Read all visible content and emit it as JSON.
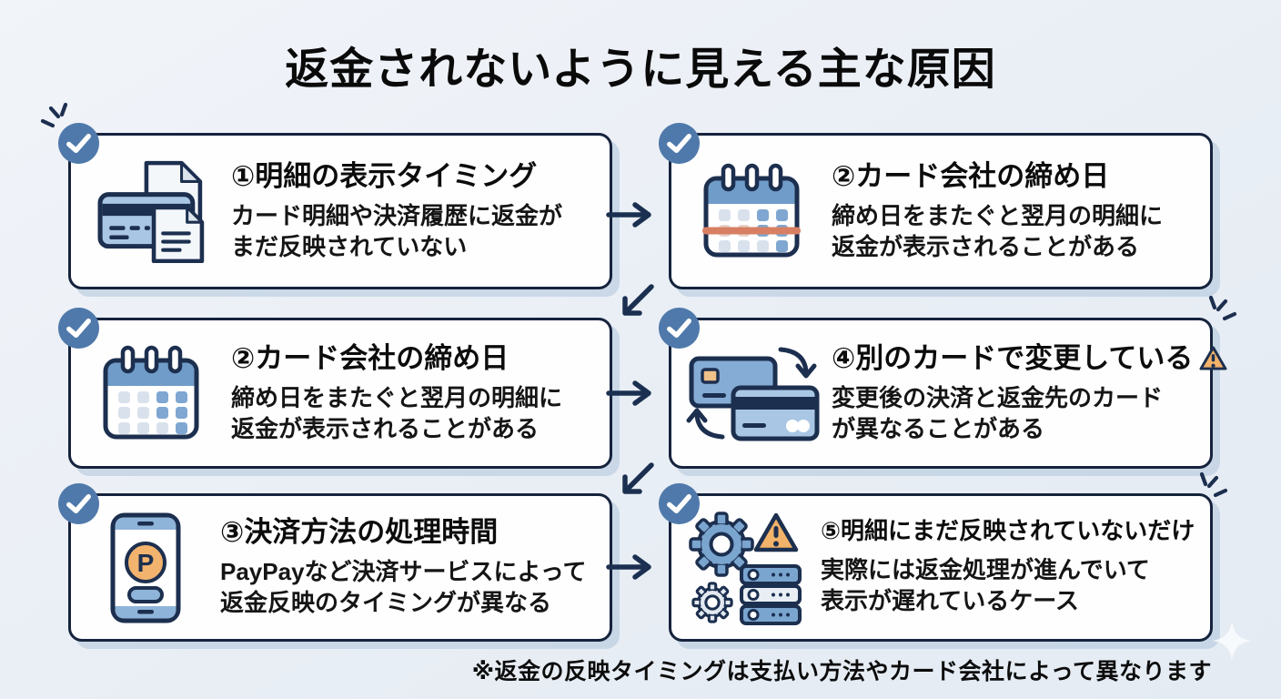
{
  "page": {
    "title": "返金されないように見える主な原因",
    "footnote": "※返金の反映タイミングは支払い方法やカード会社によって異なります"
  },
  "cards": [
    {
      "icon": "credit-card-documents-icon",
      "badge": "check-icon",
      "title": "①明細の表示タイミング",
      "desc": "カード明細や決済履歴に返金が\nまだ反映されていない"
    },
    {
      "icon": "calendar-strikethrough-icon",
      "badge": "check-icon",
      "title": "②カード会社の締め日",
      "desc": "締め日をまたぐと翌月の明細に\n返金が表示されることがある"
    },
    {
      "icon": "calendar-icon",
      "badge": "check-icon",
      "title": "②カード会社の締め日",
      "desc": "締め日をまたぐと翌月の明細に\n返金が表示されることがある"
    },
    {
      "icon": "card-swap-icon",
      "badge": "check-icon",
      "title_icon": "warning-icon",
      "title": "④別のカードで変更している",
      "desc": "変更後の決済と返金先のカード\nが異なることがある"
    },
    {
      "icon": "smartphone-pay-icon",
      "badge": "check-icon",
      "title": "③決済方法の処理時間",
      "desc": "PayPayなど決済サービスによって\n返金反映のタイミングが異なる"
    },
    {
      "icon": "gears-server-warning-icon",
      "badge": "check-icon",
      "title": "⑤明細にまだ反映されていないだけ",
      "desc": "実際には返金処理が進んでいて\n表示が遅れているケース"
    }
  ],
  "flow_arrows": [
    "right",
    "down-left",
    "right",
    "down-left",
    "right"
  ],
  "colors": {
    "background": "#e9eef5",
    "card_border": "#16233d",
    "card_shadow": "#c9d8e8",
    "badge_blue": "#4f79ab",
    "accent_navy": "#1c2f4f",
    "icon_blue_light": "#a9c6e4",
    "icon_blue_mid": "#85acd4",
    "calendar_header": "#6f9cc8",
    "strikethrough_red": "#d87f63",
    "warning_orange": "#f1b269",
    "pay_orange": "#f2b36e"
  }
}
